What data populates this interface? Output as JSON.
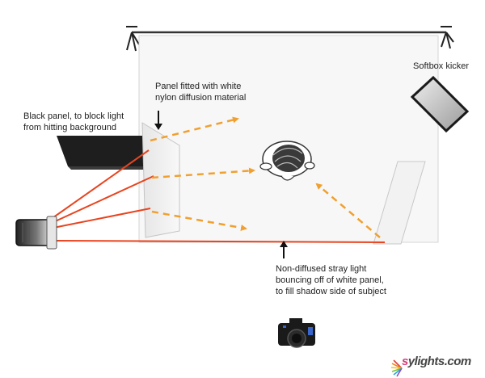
{
  "labels": {
    "softbox": "Softbox kicker",
    "diffusion_panel": "Panel fitted with white\nnylon diffusion material",
    "black_panel": "Black  panel, to block light\nfrom hitting background",
    "stray_light": "Non-diffused stray light\nbouncing off of white panel,\nto fill shadow side of subject"
  },
  "brand": {
    "prefix": "s",
    "rest": "ylights",
    "suffix": ".com"
  },
  "colors": {
    "direct_light": "#e8441f",
    "diffused_light": "#f0a030",
    "black_panel": "#1e1e1e",
    "background_sheet": "#f7f7f7",
    "brand_pink": "#d13c7b"
  }
}
